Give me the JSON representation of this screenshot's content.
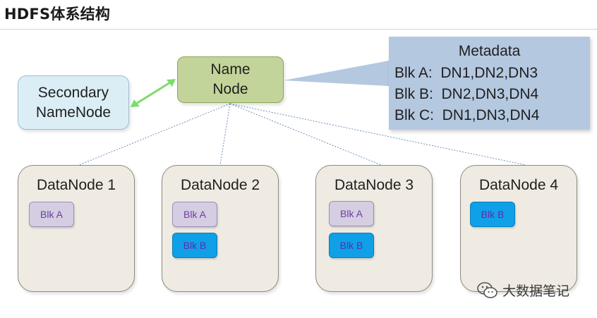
{
  "title": "HDFS体系结构",
  "secondary_namenode": {
    "label_line1": "Secondary",
    "label_line2": "NameNode"
  },
  "namenode": {
    "label_line1": "Name",
    "label_line2": "Node"
  },
  "metadata": {
    "title": "Metadata",
    "rows": [
      "Blk A:  DN1,DN2,DN3",
      "Blk B:  DN2,DN3,DN4",
      "Blk C:  DN1,DN3,DN4"
    ]
  },
  "datanodes": [
    {
      "label": "DataNode 1",
      "blocks": [
        "Blk A"
      ]
    },
    {
      "label": "DataNode 2",
      "blocks": [
        "Blk A",
        "Blk B"
      ]
    },
    {
      "label": "DataNode 3",
      "blocks": [
        "Blk A",
        "Blk B"
      ]
    },
    {
      "label": "DataNode 4",
      "blocks": [
        "Blk B"
      ]
    }
  ],
  "watermark": {
    "text": "大数据笔记"
  },
  "colors": {
    "namenode_fill": "#c3d49a",
    "secondary_fill": "#dbeef6",
    "metadata_fill": "#b4c8e0",
    "datanode_fill": "#efebe2",
    "blk_a_fill": "#d5cde2",
    "blk_b_fill": "#0fa0e8",
    "sync_arrow": "#7ddc6b"
  }
}
